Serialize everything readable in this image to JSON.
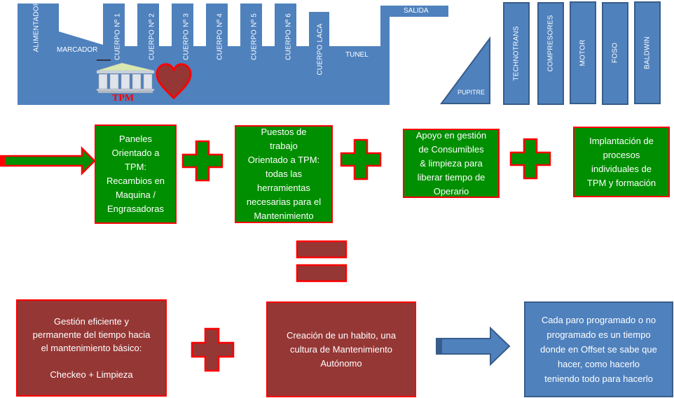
{
  "machine_layout": {
    "sections": [
      {
        "id": "alimentador",
        "label": "ALIMENTADOR"
      },
      {
        "id": "marcador",
        "label": "MARCADOR"
      },
      {
        "id": "cuerpo-1",
        "label": "CUERPO Nº 1"
      },
      {
        "id": "cuerpo-2",
        "label": "CUERPO Nº 2"
      },
      {
        "id": "cuerpo-3",
        "label": "CUERPO Nº 3"
      },
      {
        "id": "cuerpo-4",
        "label": "CUERPO Nº 4"
      },
      {
        "id": "cuerpo-5",
        "label": "CUERPO Nº 5"
      },
      {
        "id": "cuerpo-6",
        "label": "CUERPO Nº 6"
      },
      {
        "id": "cuerpo-laca",
        "label": "CUERPO LACA"
      },
      {
        "id": "tunel",
        "label": "TUNEL"
      },
      {
        "id": "salida",
        "label": "SALIDA"
      }
    ],
    "tpm_logo_text": "TPM",
    "pupitre_label": "PUPITRE",
    "auxiliaries": [
      {
        "id": "technotrans",
        "label": "TECHNOTRANS"
      },
      {
        "id": "compresores",
        "label": "COMPRESORES"
      },
      {
        "id": "motor",
        "label": "MOTOR"
      },
      {
        "id": "foso",
        "label": "FOSO"
      },
      {
        "id": "baldwin",
        "label": "BALDWIN"
      }
    ]
  },
  "inputs_row": {
    "boxes": [
      {
        "id": "paneles",
        "text": "Paneles\nOrientado a\nTPM:\nRecambios en\nMaquina /\nEngrasadoras"
      },
      {
        "id": "puestos",
        "text": "Puestos de\ntrabajo\nOrientado a TPM:\ntodas las\nherramientas\nnecesarias para el\nMantenimiento"
      },
      {
        "id": "apoyo",
        "text": "Apoyo en gestión\nde Consumibles\n& limpieza para\nliberar tiempo de\nOperario"
      },
      {
        "id": "implantacion",
        "text": "Implantación de\nprocesos\nindividuales de\nTPM y formación"
      }
    ]
  },
  "results_row": {
    "boxes": [
      {
        "id": "gestion",
        "text": "Gestión eficiente y\npermanente  del tiempo  hacia\nel mantenimiento  básico:\n\nCheckeo + Limpieza"
      },
      {
        "id": "creacion",
        "text": "Creación de un  habito, una\ncultura de Mantenimiento\nAutónomo"
      },
      {
        "id": "resultado",
        "text": "Cada paro programado  o no\nprogramado es un tiempo\ndonde en Offset se sabe que\nhacer, como hacerlo\nteniendo todo para hacerlo"
      }
    ]
  },
  "colors": {
    "machine_blue": "#4f81bd",
    "machine_border": "#385d8a",
    "green": "#008f00",
    "red_outline": "#ff0000",
    "maroon": "#953735"
  }
}
